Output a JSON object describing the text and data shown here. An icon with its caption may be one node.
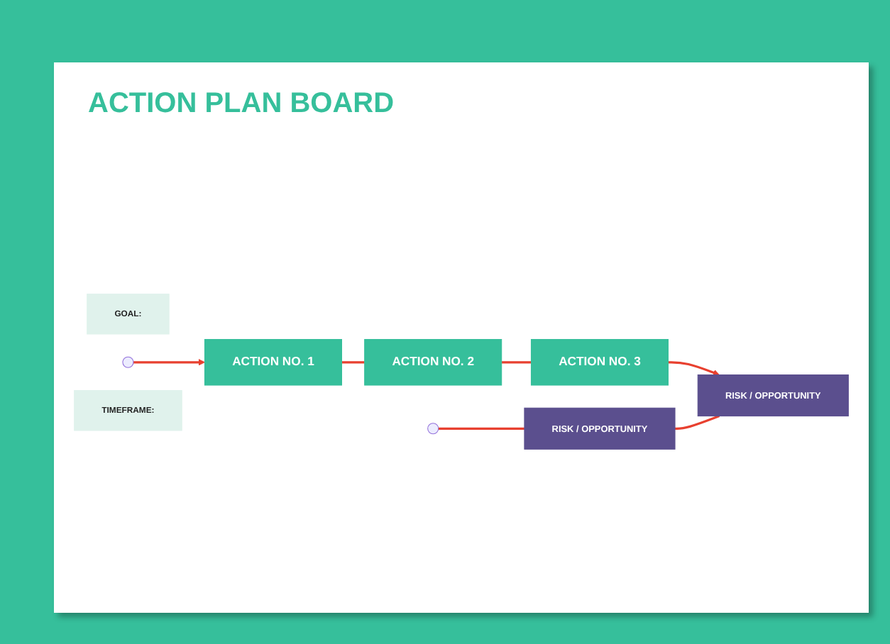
{
  "diagram": {
    "title": "ACTION PLAN BOARD",
    "nodes": [
      {
        "text": [
          "GOAL:"
        ]
      },
      {
        "text": [],
        "shape": "circle"
      },
      {
        "text": [
          "ACTION NO. 1"
        ]
      },
      {
        "text": [
          "ACTION NO. 2"
        ]
      },
      {
        "text": [
          "ACTION NO. 3"
        ]
      },
      {
        "text": [
          "TIMEFRAME:"
        ]
      },
      {
        "text": [],
        "shape": "circle"
      },
      {
        "text": [
          "RISK / OPPORTUNITY"
        ]
      },
      {
        "text": [
          "RISK / OPPORTUNITY"
        ]
      }
    ],
    "edges": [
      {
        "from": 1,
        "to": 2,
        "arrow": "to"
      },
      {
        "from": 2,
        "to": 3,
        "arrow": "none"
      },
      {
        "from": 3,
        "to": 4,
        "arrow": "none"
      },
      {
        "from": 4,
        "to": 8,
        "arrow": "to"
      },
      {
        "from": 8,
        "to": 7,
        "arrow": "none"
      },
      {
        "from": 7,
        "to": 6,
        "arrow": "none"
      }
    ]
  }
}
